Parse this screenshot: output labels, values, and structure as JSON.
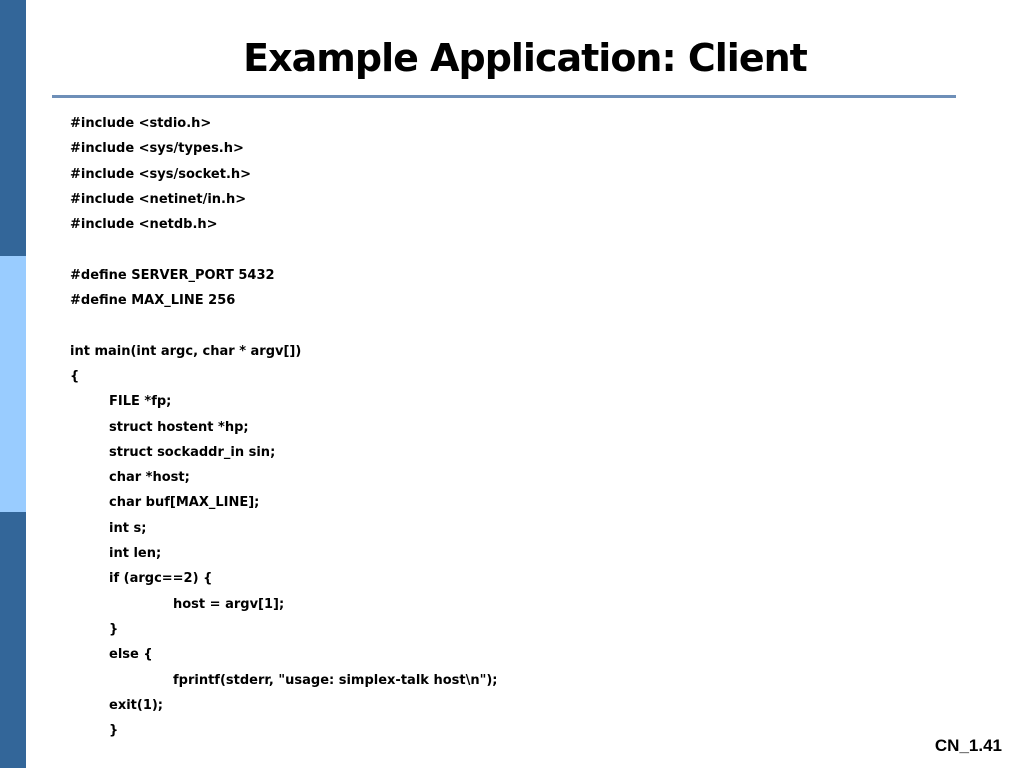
{
  "slide": {
    "title": "Example Application: Client",
    "number": "CN_1.41",
    "colors": {
      "sidebar_dark": "#336699",
      "sidebar_light": "#99ccff",
      "rule": "#6e8fb8"
    }
  },
  "code_lines": [
    "#include <stdio.h>",
    "#include <sys/types.h>",
    "#include <sys/socket.h>",
    "#include <netinet/in.h>",
    "#include <netdb.h>",
    "",
    "#define SERVER_PORT 5432",
    "#define MAX_LINE 256",
    "",
    "int main(int argc, char * argv[])",
    "{",
    "FILE *fp;",
    "struct hostent *hp;",
    "struct sockaddr_in sin;",
    "char *host;",
    "char buf[MAX_LINE];",
    "int s;",
    "int len;",
    "if (argc==2) {",
    "host = argv[1];",
    "}",
    "else {",
    "fprintf(stderr, \"usage: simplex-talk host\\n\");",
    "exit(1);",
    "}"
  ]
}
